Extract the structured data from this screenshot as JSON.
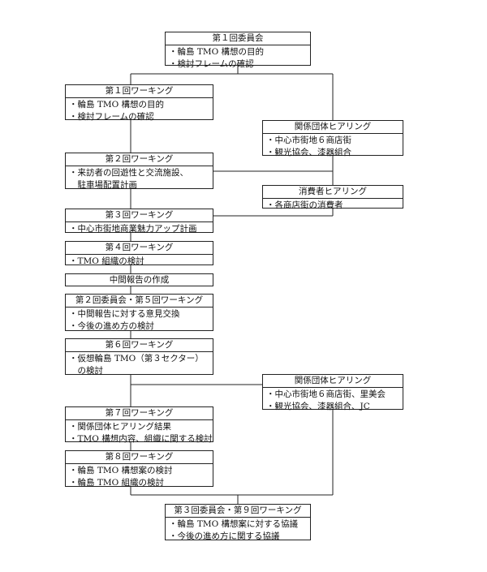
{
  "boxes": [
    {
      "id": "c1",
      "title": "第１回委員会",
      "lines": [
        "・輪島 TMO 構想の目的",
        "・検討フレームの確認"
      ]
    },
    {
      "id": "w1",
      "title": "第１回ワーキング",
      "lines": [
        "・輪島 TMO 構想の目的",
        "・検討フレームの確認"
      ]
    },
    {
      "id": "h1",
      "title": "関係団体ヒアリング",
      "lines": [
        "・中心市街地６商店街",
        "・観光協会、漆器組合"
      ]
    },
    {
      "id": "w2",
      "title": "第２回ワーキング",
      "lines": [
        "・来訪者の回遊性と交流施設、",
        "　駐車場配置計画"
      ]
    },
    {
      "id": "h2",
      "title": "消費者ヒアリング",
      "lines": [
        "・各商店街の消費者"
      ]
    },
    {
      "id": "w3",
      "title": "第３回ワーキング",
      "lines": [
        "・中心市街地商業魅力アップ計画"
      ]
    },
    {
      "id": "w4",
      "title": "第４回ワーキング",
      "lines": [
        "・TMO 組織の検討"
      ]
    },
    {
      "id": "mid",
      "title": "中間報告の作成",
      "lines": []
    },
    {
      "id": "c2w5",
      "title": "第２回委員会・第５回ワーキング",
      "lines": [
        "・中間報告に対する意見交換",
        "・今後の進め方の検討"
      ]
    },
    {
      "id": "w6",
      "title": "第６回ワーキング",
      "lines": [
        "・仮想輪島 TMO（第３セクター）",
        "　の検討"
      ]
    },
    {
      "id": "h3",
      "title": "関係団体ヒアリング",
      "lines": [
        "・中心市街地６商店街、里美会",
        "・観光協会、漆器組合、JC"
      ]
    },
    {
      "id": "w7",
      "title": "第７回ワーキング",
      "lines": [
        "・関係団体ヒアリング結果",
        "・TMO 構想内容、組織に関する検討"
      ]
    },
    {
      "id": "w8",
      "title": "第８回ワーキング",
      "lines": [
        "・輪島 TMO 構想案の検討",
        "・輪島 TMO 組織の検討"
      ]
    },
    {
      "id": "c3w9",
      "title": "第３回委員会・第９回ワーキング",
      "lines": [
        "・輪島 TMO 構想案に対する協議",
        "・今後の進め方に関する協議"
      ]
    }
  ]
}
